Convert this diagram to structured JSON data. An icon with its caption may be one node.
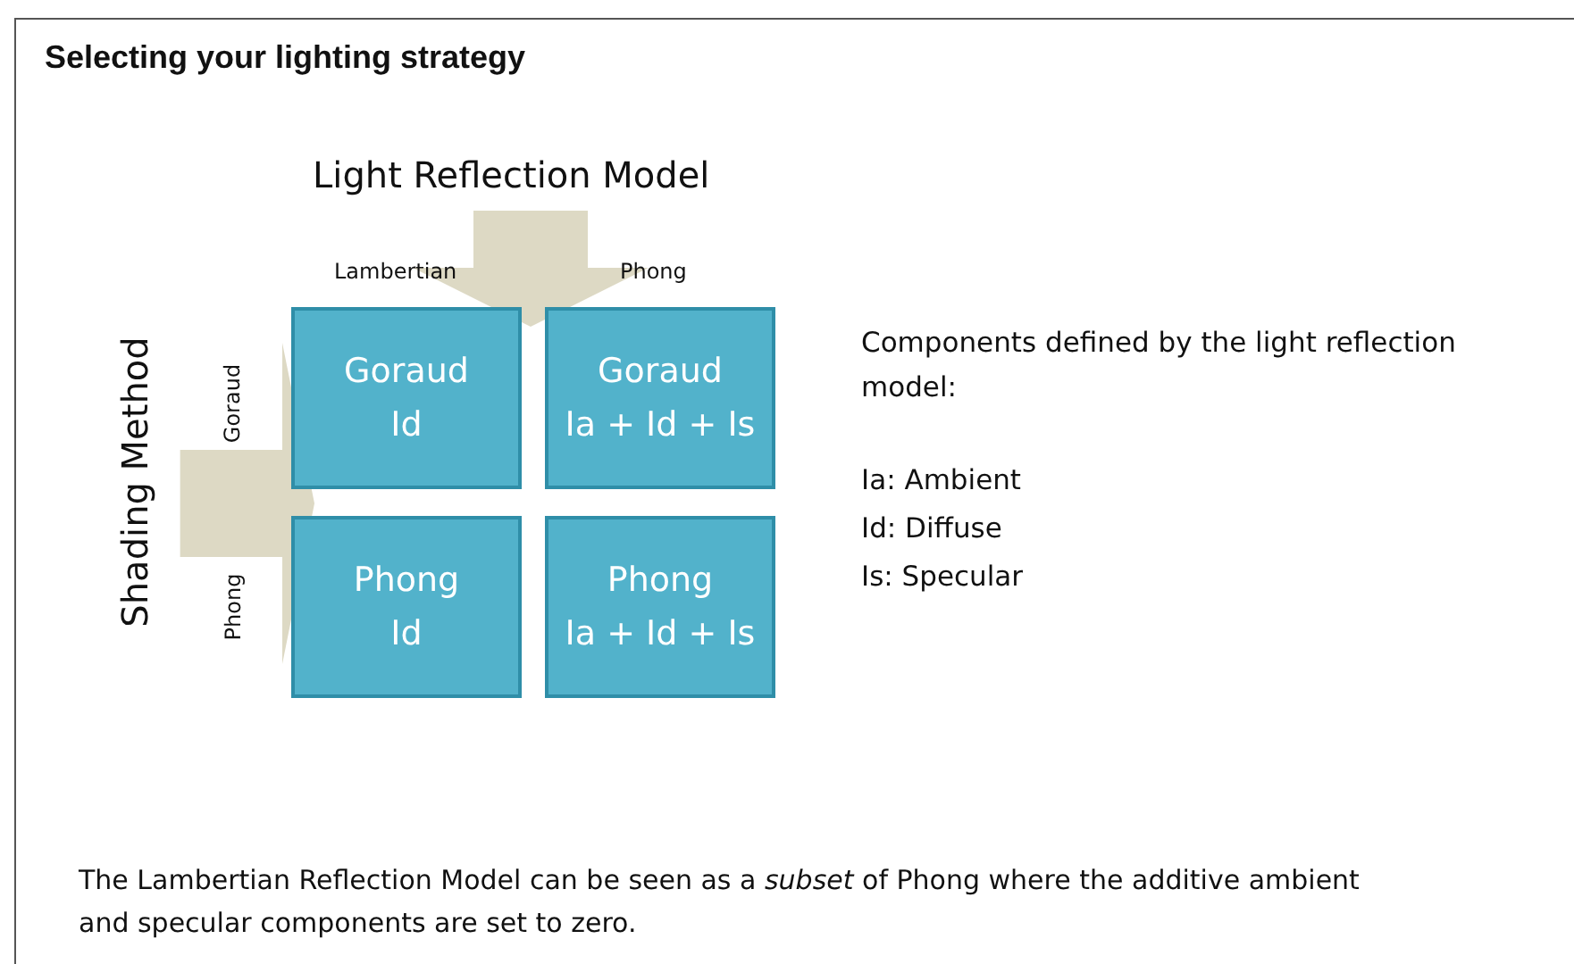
{
  "diagram": {
    "title": "Selecting your lighting strategy",
    "caption": "The Lambertian Reflection Model can be seen as a *subset* of Phong where the additive ambient and specular components are set to zero.",
    "nodes": [
      {
        "text": [
          "Light Reflection Model"
        ]
      },
      {
        "text": [
          "Shading Method"
        ]
      },
      {
        "text": [
          "Goraud",
          "Id"
        ]
      },
      {
        "text": [
          "Goraud",
          "Ia + Id + Is"
        ]
      },
      {
        "text": [
          "Phong",
          "Id"
        ]
      },
      {
        "text": [
          "Phong",
          "Ia + Id + Is"
        ]
      }
    ],
    "edges": [
      {
        "from": 0,
        "to": null,
        "arrow": "to"
      },
      {
        "from": 1,
        "to": null,
        "arrow": "to"
      }
    ],
    "labels": [
      "Lambertian",
      "Phong",
      "Goraud",
      "Phong",
      "Components defined by the light reflection model:",
      "Ia: Ambient",
      "Id: Diffuse",
      "Is: Specular"
    ]
  }
}
